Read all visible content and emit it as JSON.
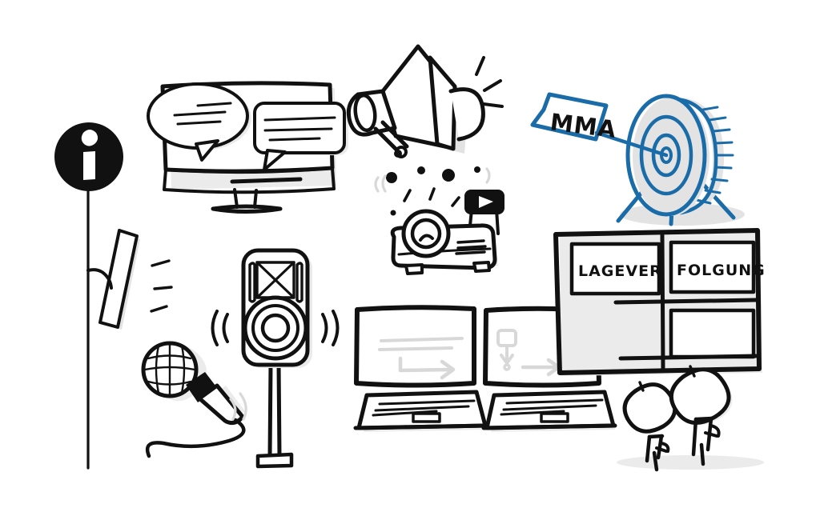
{
  "illustration": {
    "title": "Hand-drawn media and communication whiteboard sketch",
    "background_color": "#ffffff",
    "ink_color": "#111111",
    "accent_color": "#1a6ca8",
    "shadow_color": "#e3e3e3",
    "faint_line_color": "#d8d8d8"
  },
  "labels": {
    "flag_text": "MMA",
    "panel_box_left": "LAGEVER",
    "panel_box_right": "FOLGUNG"
  },
  "objects": [
    {
      "name": "info-marker",
      "label": "i",
      "description": "Black circular info badge on a tall pole"
    },
    {
      "name": "tilted-panel",
      "description": "Tilted rectangular sign attached to the pole with motion lines"
    },
    {
      "name": "monitor-with-speech-bubbles",
      "description": "Flat screen monitor on a stand showing two speech bubbles"
    },
    {
      "name": "megaphone",
      "description": "Megaphone pointing right with sound lines"
    },
    {
      "name": "projector",
      "description": "Projector with a lens and a play-button sign, confetti dots above"
    },
    {
      "name": "speaker-on-stand",
      "description": "Loudspeaker on a pole with sound waves on both sides"
    },
    {
      "name": "microphone",
      "description": "Handheld microphone with a curly cable"
    },
    {
      "name": "presentation-screens",
      "description": "Two presentation screens above two laptops"
    },
    {
      "name": "dartboard-target",
      "description": "Blue concentric target on legs with an arrow and flag"
    },
    {
      "name": "wall-panel-grid",
      "description": "Framed panel with three labeled boxes"
    },
    {
      "name": "audience-figures",
      "description": "Two stick figures watching the panel"
    }
  ],
  "icons": {
    "info": "info-icon",
    "play": "play-icon",
    "speech_bubble_oval": "speech-bubble-oval-icon",
    "speech_bubble_rect": "speech-bubble-rect-icon",
    "arrow_right": "arrow-right-icon",
    "curved_arrow": "curved-arrow-icon"
  }
}
